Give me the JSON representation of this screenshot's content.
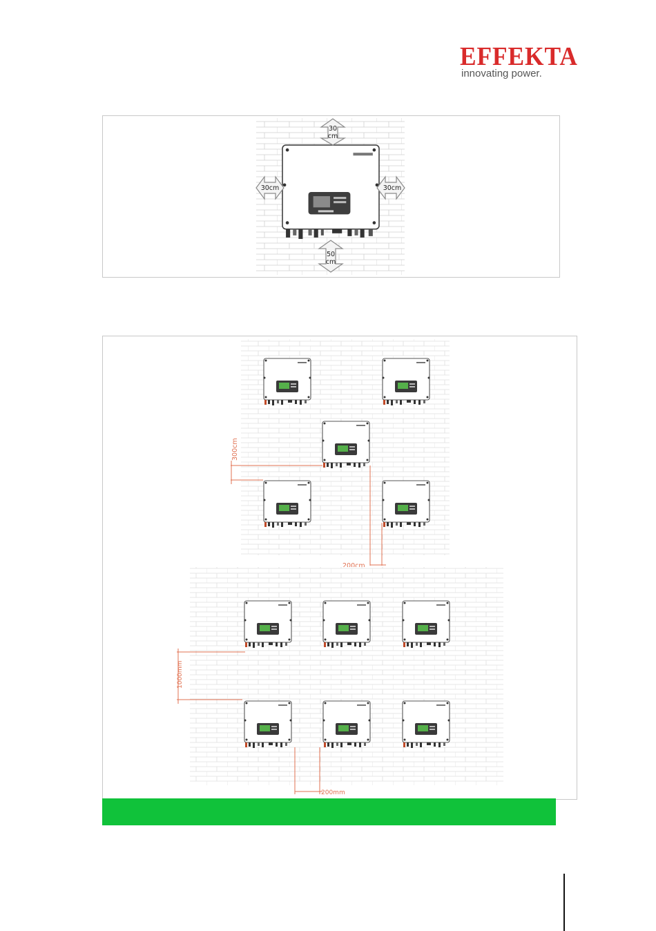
{
  "header": {
    "logo_text": "EFFEKTA",
    "tagline": "innovating power."
  },
  "figure1": {
    "top_clearance": [
      "30",
      "cm"
    ],
    "left_clearance": "30cm",
    "right_clearance": "30cm",
    "bottom_clearance": [
      "50",
      "cm"
    ]
  },
  "figure2": {
    "upper_vertical_spacing": "300cm",
    "upper_horizontal_spacing": "200cm",
    "lower_vertical_spacing": "1000mm",
    "lower_horizontal_spacing": "200mm"
  },
  "colors": {
    "dimension_lines": "#e07050",
    "green_bar": "#10c23a",
    "brand_red": "#d92b2b"
  }
}
